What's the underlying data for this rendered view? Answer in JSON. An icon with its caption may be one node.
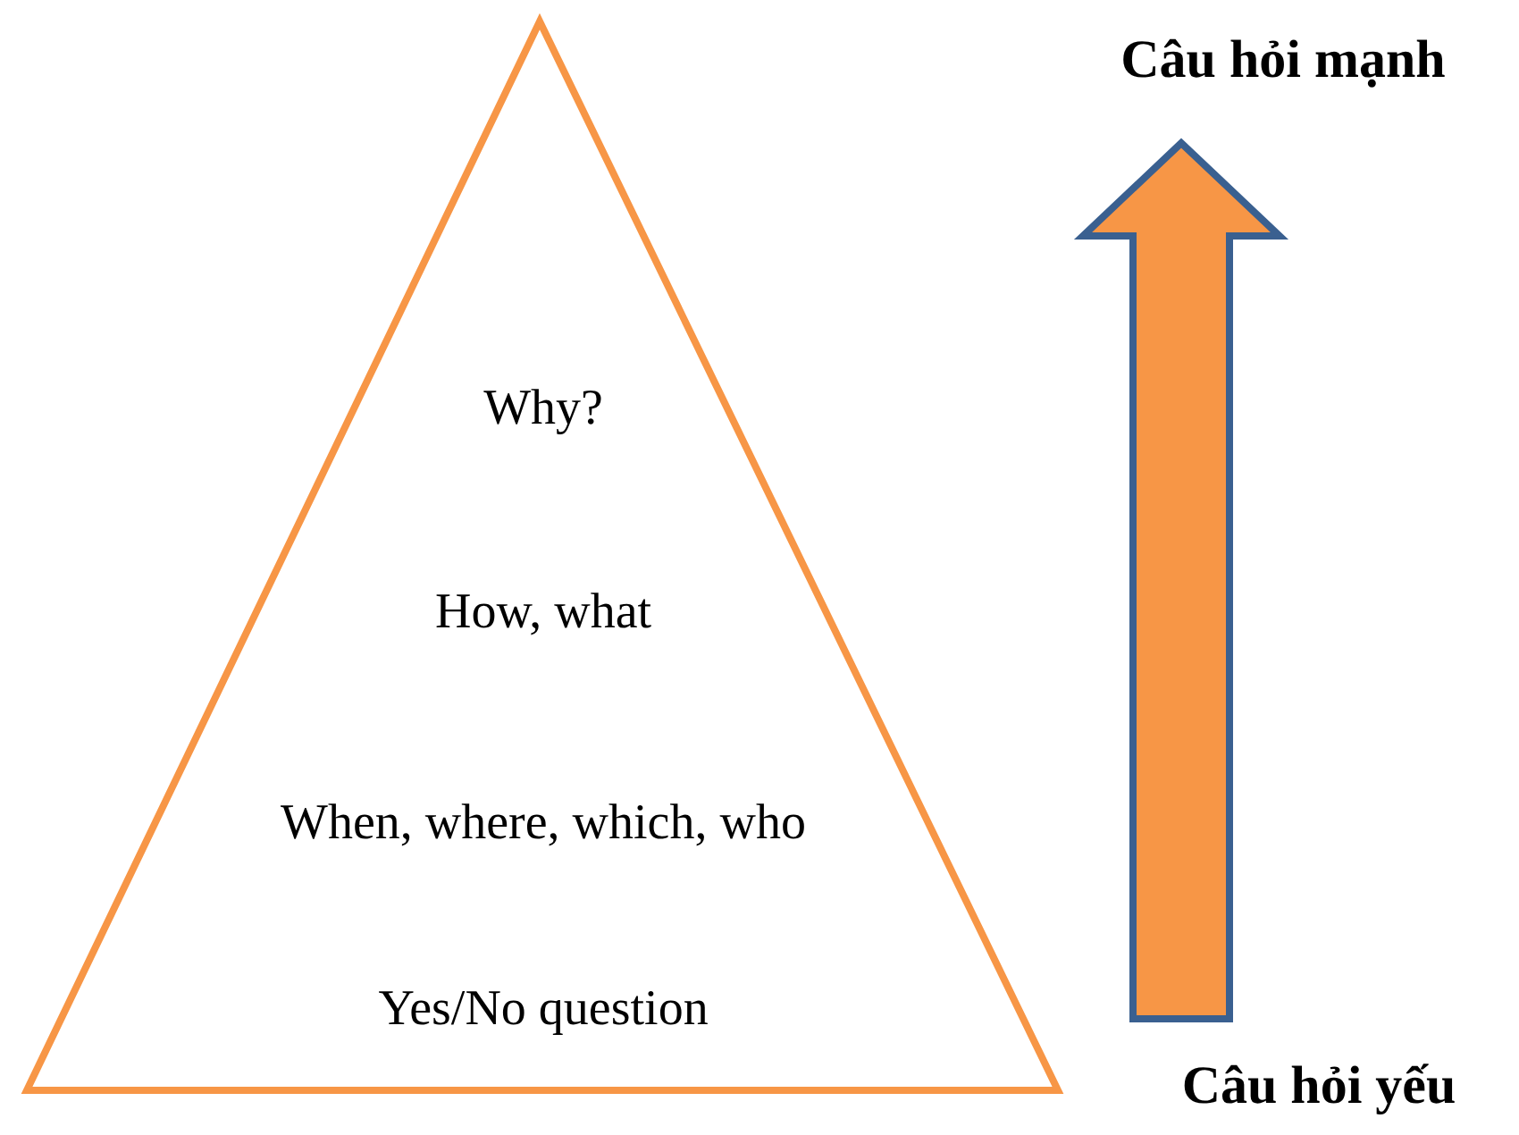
{
  "diagram": {
    "nodes": [
      {
        "text": [
          "Why?",
          "How, what",
          "When, where, which, who",
          "Yes/No question"
        ]
      }
    ],
    "labels": [
      "Câu hỏi mạnh",
      "Câu hỏi yếu"
    ]
  }
}
